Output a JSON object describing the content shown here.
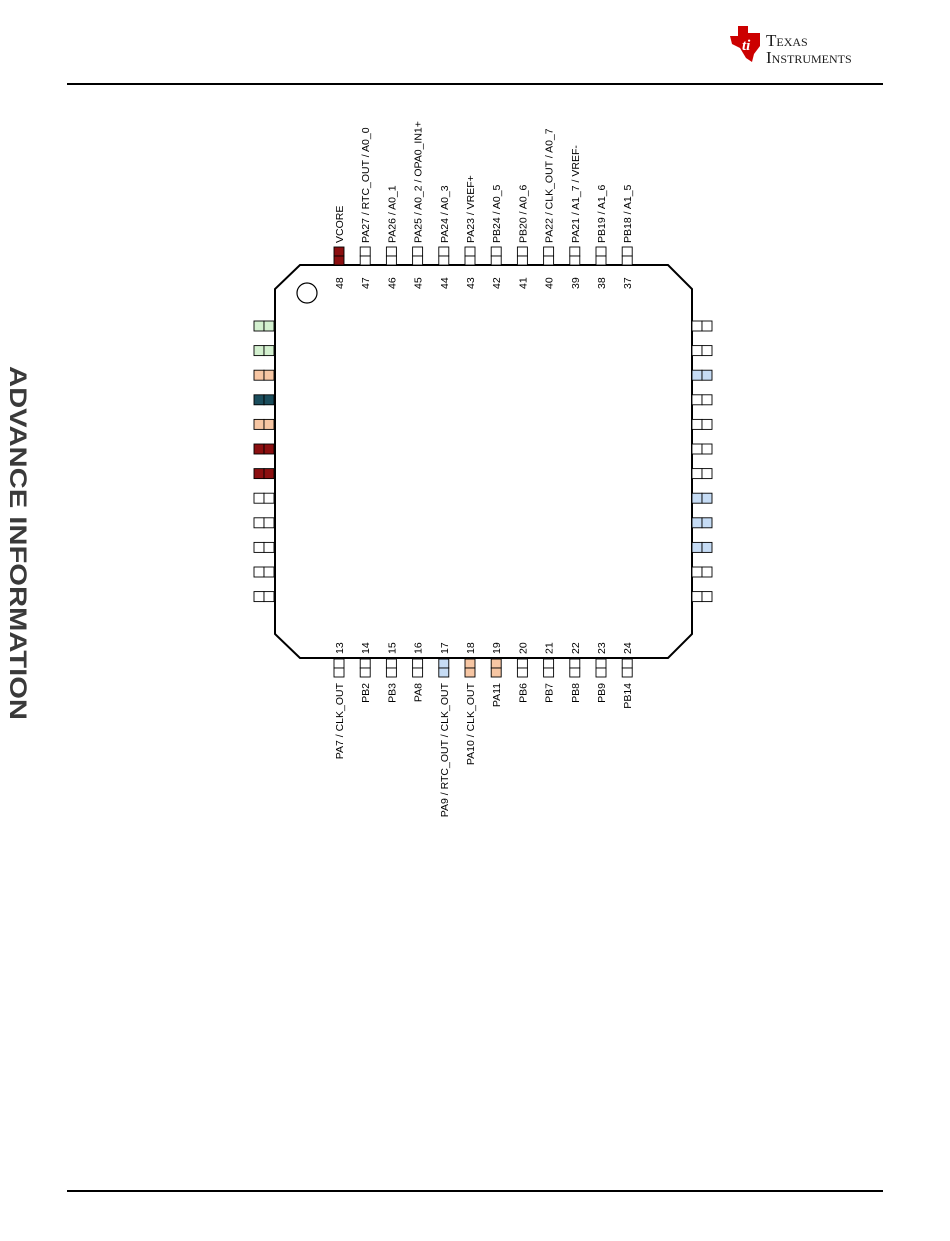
{
  "logo": {
    "line1": "Texas",
    "line2": "Instruments"
  },
  "watermark": "ADVANCE INFORMATION",
  "colors": {
    "none": "#ffffff",
    "green": "#d3f0cf",
    "orange": "#f7c6a3",
    "teal": "#1a4d5c",
    "darkred": "#8b0f10",
    "blue": "#c6dcf5",
    "ti_red": "#cc0000"
  },
  "pins": {
    "top": [
      {
        "num": "48",
        "label": "VCORE",
        "fill": "darkred"
      },
      {
        "num": "47",
        "label": "PA27 / RTC_OUT / A0_0",
        "fill": "none"
      },
      {
        "num": "46",
        "label": "PA26 / A0_1",
        "fill": "none"
      },
      {
        "num": "45",
        "label": "PA25 / A0_2  / OPA0_IN1+",
        "fill": "none"
      },
      {
        "num": "44",
        "label": "PA24 / A0_3",
        "fill": "none"
      },
      {
        "num": "43",
        "label": "PA23 / VREF+",
        "fill": "none"
      },
      {
        "num": "42",
        "label": "PB24  / A0_5",
        "fill": "none"
      },
      {
        "num": "41",
        "label": "PB20 / A0_6",
        "fill": "none"
      },
      {
        "num": "40",
        "label": "PA22 / CLK_OUT / A0_7",
        "fill": "none"
      },
      {
        "num": "39",
        "label": "PA21 / A1_7 / VREF-",
        "fill": "none"
      },
      {
        "num": "38",
        "label": "PB19 / A1_6",
        "fill": "none"
      },
      {
        "num": "37",
        "label": "PB18 / A1_5",
        "fill": "none"
      }
    ],
    "bottom": [
      {
        "num": "13",
        "label": "PA7 / CLK_OUT",
        "fill": "none"
      },
      {
        "num": "14",
        "label": "PB2",
        "fill": "none"
      },
      {
        "num": "15",
        "label": "PB3",
        "fill": "none"
      },
      {
        "num": "16",
        "label": "PA8",
        "fill": "none"
      },
      {
        "num": "17",
        "label": "PA9 / RTC_OUT / CLK_OUT",
        "fill": "blue"
      },
      {
        "num": "18",
        "label": "PA10 / CLK_OUT",
        "fill": "orange"
      },
      {
        "num": "19",
        "label": "PA11",
        "fill": "orange"
      },
      {
        "num": "20",
        "label": "PB6",
        "fill": "none"
      },
      {
        "num": "21",
        "label": "PB7",
        "fill": "none"
      },
      {
        "num": "22",
        "label": "PB8",
        "fill": "none"
      },
      {
        "num": "23",
        "label": "PB9",
        "fill": "none"
      },
      {
        "num": "24",
        "label": "PB14",
        "fill": "none"
      }
    ],
    "left_fills": [
      "green",
      "green",
      "orange",
      "teal",
      "orange",
      "darkred",
      "darkred",
      "none",
      "none",
      "none",
      "none",
      "none"
    ],
    "right_fills": [
      "none",
      "none",
      "blue",
      "none",
      "none",
      "none",
      "none",
      "blue",
      "blue",
      "blue",
      "none",
      "none"
    ]
  }
}
